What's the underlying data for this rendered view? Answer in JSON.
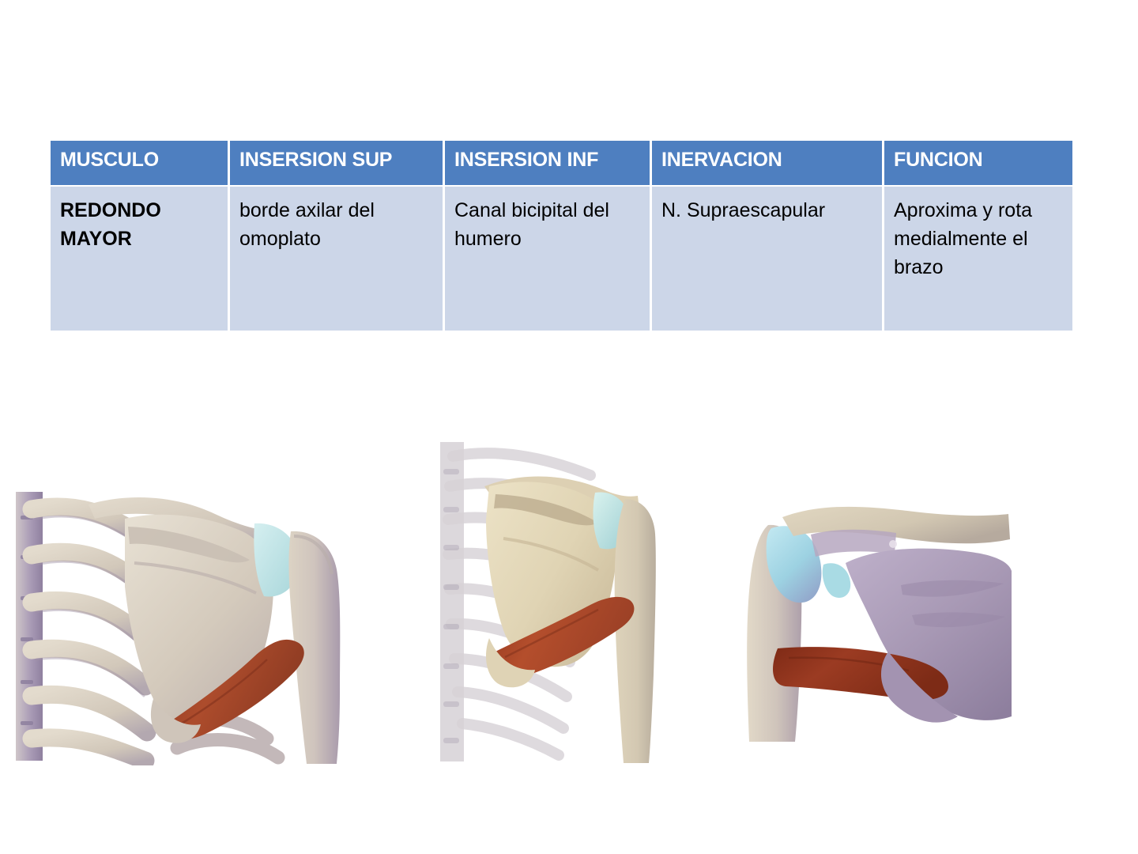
{
  "slide": {
    "background_color": "#ffffff",
    "title": ""
  },
  "table": {
    "header_bg": "#4e7fc0",
    "header_text_color": "#ffffff",
    "cell_bg": "#ccd6e8",
    "cell_text_color": "#000000",
    "columns": [
      {
        "key": "musculo",
        "label": "MUSCULO"
      },
      {
        "key": "insercion_sup",
        "label": "INSERSION SUP"
      },
      {
        "key": "insercion_inf",
        "label": "INSERSION INF"
      },
      {
        "key": "inervacion",
        "label": "INERVACION"
      },
      {
        "key": "funcion",
        "label": "FUNCION"
      }
    ],
    "rows": [
      {
        "musculo": "REDONDO MAYOR",
        "insercion_sup": "borde axilar del omoplato",
        "insercion_inf": "Canal bicipital del humero",
        "inervacion": "N. Supraescapular",
        "funcion": "Aproxima y rota medialmente el brazo"
      }
    ]
  },
  "figures": [
    {
      "name": "posterior-shoulder-ribs-view",
      "caption": "",
      "description": "Vista posterior del hombro: columna vertebral y costillas a la izquierda, omoplato (escapula) en el centro, cabeza humeral con cartilago azul y musculo redondo mayor en rojo.",
      "colors": {
        "bone": "#d8cfc0",
        "bone_shadow": "#a99fb0",
        "vertebra": "#a294b4",
        "cartilage": "#bfe0e2",
        "muscle": "#a7472c"
      }
    },
    {
      "name": "posterior-scapula-transparent-ribcage-view",
      "caption": "",
      "description": "Vista posterior con caja toracica translucida, omoplato color hueso claro y musculo redondo mayor en rojo insertandose en el humero.",
      "colors": {
        "bone": "#e3d8bd",
        "bone_shadow": "#cdbfa6",
        "vertebra": "#d8d3d6",
        "cartilage": "#bfe4e0",
        "muscle": "#b0492c"
      }
    },
    {
      "name": "posterior-scapula-closeup-view",
      "caption": "",
      "description": "Acercamiento posterior del omoplato en color lila, acromion y clavicula color hueso, cartilago azul de la articulacion y musculo redondo mayor en rojo oscuro.",
      "colors": {
        "bone": "#d9cfb8",
        "scapula": "#a595b5",
        "cartilage": "#a9dbe4",
        "muscle": "#95341f"
      }
    }
  ]
}
